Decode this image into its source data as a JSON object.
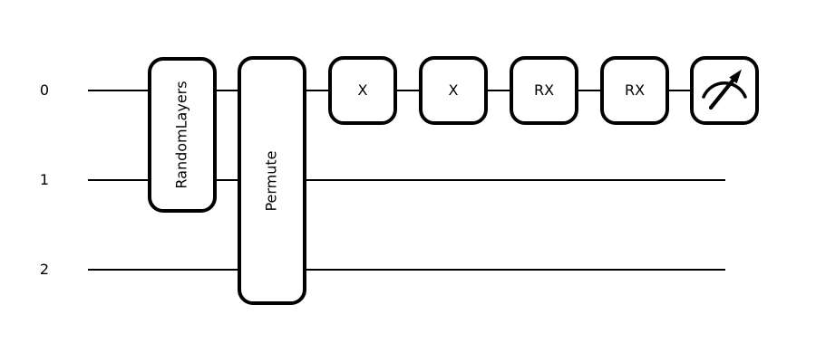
{
  "circuit": {
    "description": "quantum circuit diagram with 3 wires",
    "wires": [
      {
        "label": "0"
      },
      {
        "label": "1"
      },
      {
        "label": "2"
      }
    ],
    "gates": [
      {
        "label": "RandomLayers",
        "wires": "0-1",
        "type": "multi-wire-box",
        "text_orientation": "vertical"
      },
      {
        "label": "Permute",
        "wires": "0-2",
        "type": "multi-wire-box",
        "text_orientation": "vertical"
      },
      {
        "label": "X",
        "wires": "0",
        "type": "single-wire-box",
        "text_orientation": "horizontal"
      },
      {
        "label": "X",
        "wires": "0",
        "type": "single-wire-box",
        "text_orientation": "horizontal"
      },
      {
        "label": "RX",
        "wires": "0",
        "type": "single-wire-box",
        "text_orientation": "horizontal"
      },
      {
        "label": "RX",
        "wires": "0",
        "type": "single-wire-box",
        "text_orientation": "horizontal"
      }
    ],
    "measurement": {
      "wire": "0",
      "icon": "gauge-arrow-icon"
    },
    "colors": {
      "stroke": "#000000",
      "background": "#ffffff",
      "gate_fill": "#ffffff"
    }
  }
}
